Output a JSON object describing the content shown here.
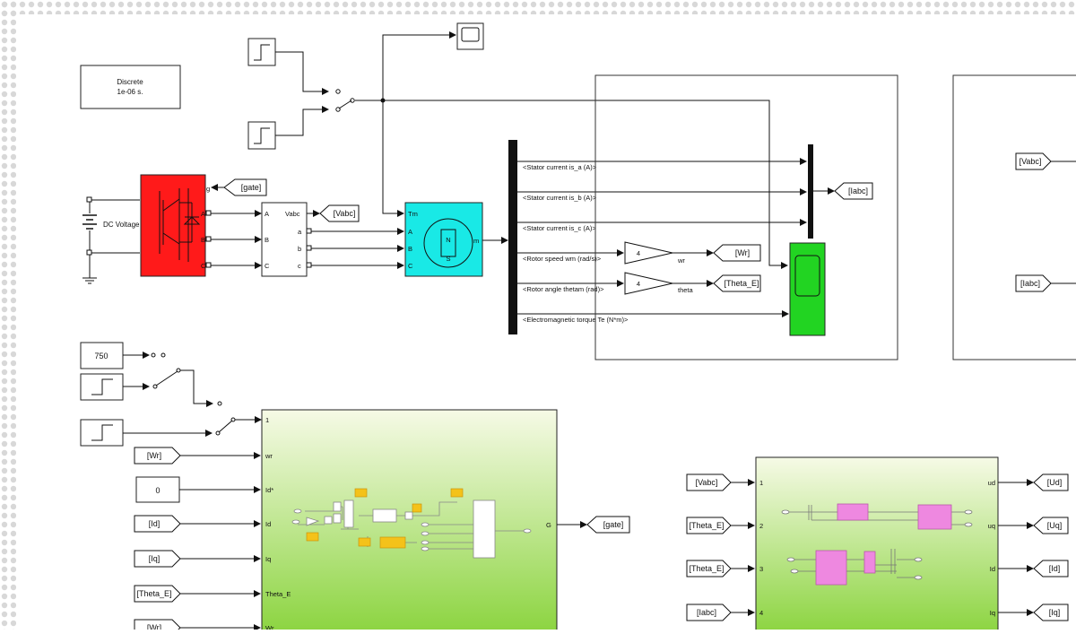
{
  "colors": {
    "inverter": "#ff1a1a",
    "machine": "#19e9e6",
    "scope": "#22d422",
    "subsystem_top": "#f6fae6",
    "subsystem_bottom": "#8bd43f",
    "inner_yellow": "#f4c21a",
    "inner_pink": "#ee88e0"
  },
  "powergui": {
    "line1": "Discrete",
    "line2": "1e-06 s."
  },
  "dc_source": {
    "label": "DC Voltage"
  },
  "inverter": {
    "gate_in": "g",
    "dc_plus": "+",
    "dc_minus": "-",
    "out_a": "A",
    "out_b": "B",
    "out_c": "C"
  },
  "measure": {
    "in_a": "A",
    "in_b": "B",
    "in_c": "C",
    "vabc": "Vabc",
    "a": "a",
    "b": "b",
    "c": "c"
  },
  "machine": {
    "tm": "Tm",
    "a": "A",
    "b": "B",
    "c": "C",
    "m": "m",
    "n_pole": "N",
    "s_pole": "S"
  },
  "tags": {
    "gate_top": "[gate]",
    "vabc_out": "[Vabc]",
    "iabc_out": "[Iabc]",
    "wr_out": "[Wr]",
    "theta_out": "[Theta_E]",
    "vabc_right": "[Vabc]",
    "iabc_right": "[Iabc]",
    "gate_out": "[gate]"
  },
  "bus_signals": [
    "<Stator current is_a (A)>",
    "<Stator current is_b (A)>",
    "<Stator current is_c (A)>",
    "<Rotor speed wm (rad/s)>",
    "<Rotor angle thetam (rad)>",
    "<Electromagnetic torque Te (N*m)>"
  ],
  "gain_wr": {
    "value": "4",
    "out_label": "wr"
  },
  "gain_theta": {
    "value": "4",
    "out_label": "theta"
  },
  "speed_ref": {
    "value": "750"
  },
  "controller": {
    "inputs": [
      "1",
      "wr",
      "Id*",
      "Id",
      "Iq",
      "Theta_E",
      "Wr"
    ],
    "output": "G",
    "in_tags": [
      "[Wr]",
      "[Id]",
      "[Iq]",
      "[Theta_E]",
      "[Wr]"
    ],
    "const_id": "0"
  },
  "transform": {
    "in_tags": [
      "[Vabc]",
      "[Theta_E]",
      "[Theta_E]",
      "[Iabc]"
    ],
    "inputs": [
      "1",
      "2",
      "3",
      "4"
    ],
    "outputs": [
      "ud",
      "uq",
      "Id",
      "Iq"
    ],
    "out_tags": [
      "[Ud]",
      "[Uq]",
      "[Id]",
      "[Iq]"
    ]
  }
}
